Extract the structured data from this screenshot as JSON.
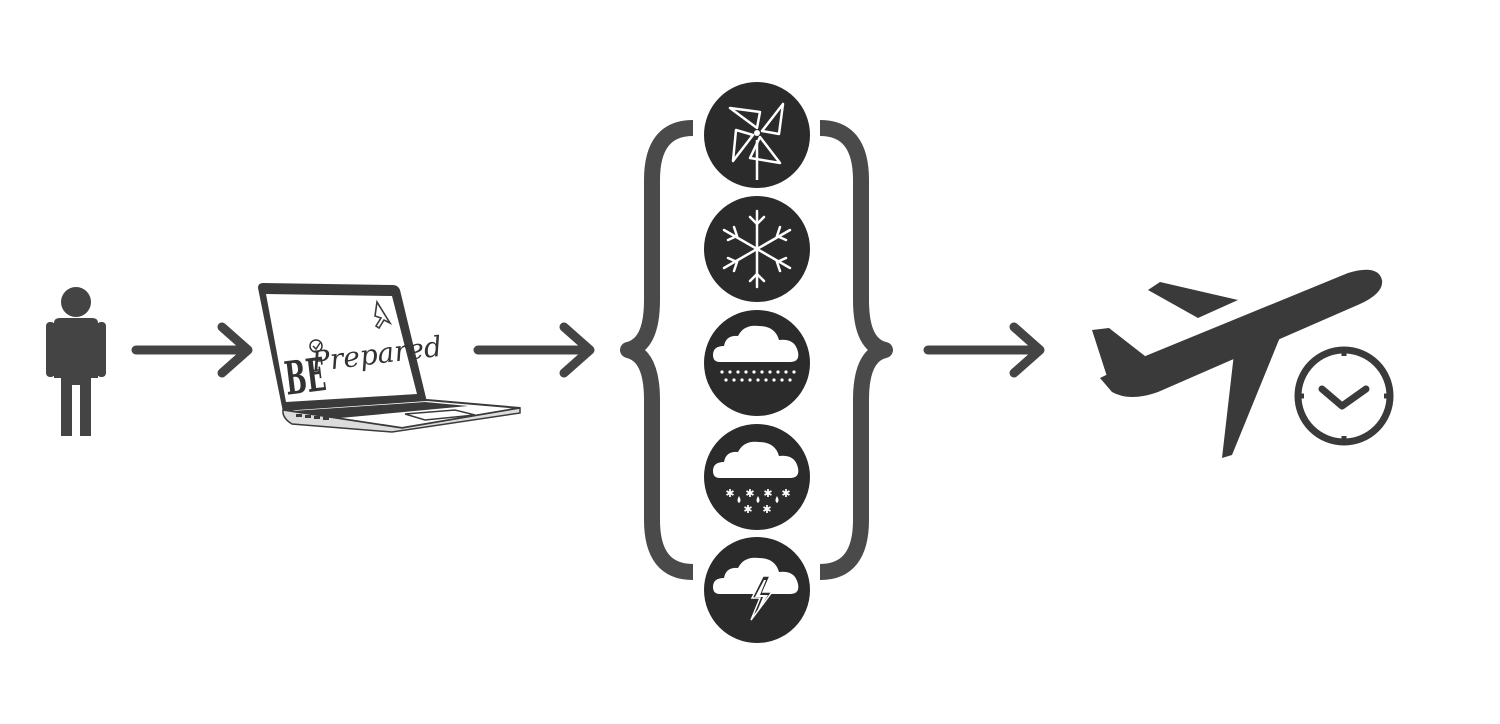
{
  "colors": {
    "primary": "#444444",
    "circle": "#2b2b2b",
    "icon_fill": "#ffffff",
    "background": "#ffffff"
  },
  "nodes": [
    {
      "id": "user",
      "icon": "person-icon"
    },
    {
      "id": "app",
      "icon": "laptop-icon",
      "screen_logo": {
        "part1": "BE",
        "part2": "Prepared"
      }
    },
    {
      "id": "weather-conditions",
      "icon": "curly-brace-group",
      "items": [
        {
          "icon": "wind-pinwheel-icon"
        },
        {
          "icon": "snowflake-icon"
        },
        {
          "icon": "cloud-rain-icon"
        },
        {
          "icon": "cloud-snow-icon"
        },
        {
          "icon": "cloud-thunderstorm-icon"
        }
      ]
    },
    {
      "id": "flight-status",
      "icon": "airplane-delay-icon"
    }
  ],
  "connections": [
    {
      "from": "user",
      "to": "app",
      "icon": "arrow-right-icon"
    },
    {
      "from": "app",
      "to": "weather-conditions",
      "icon": "arrow-right-icon"
    },
    {
      "from": "weather-conditions",
      "to": "flight-status",
      "icon": "arrow-right-icon"
    }
  ]
}
